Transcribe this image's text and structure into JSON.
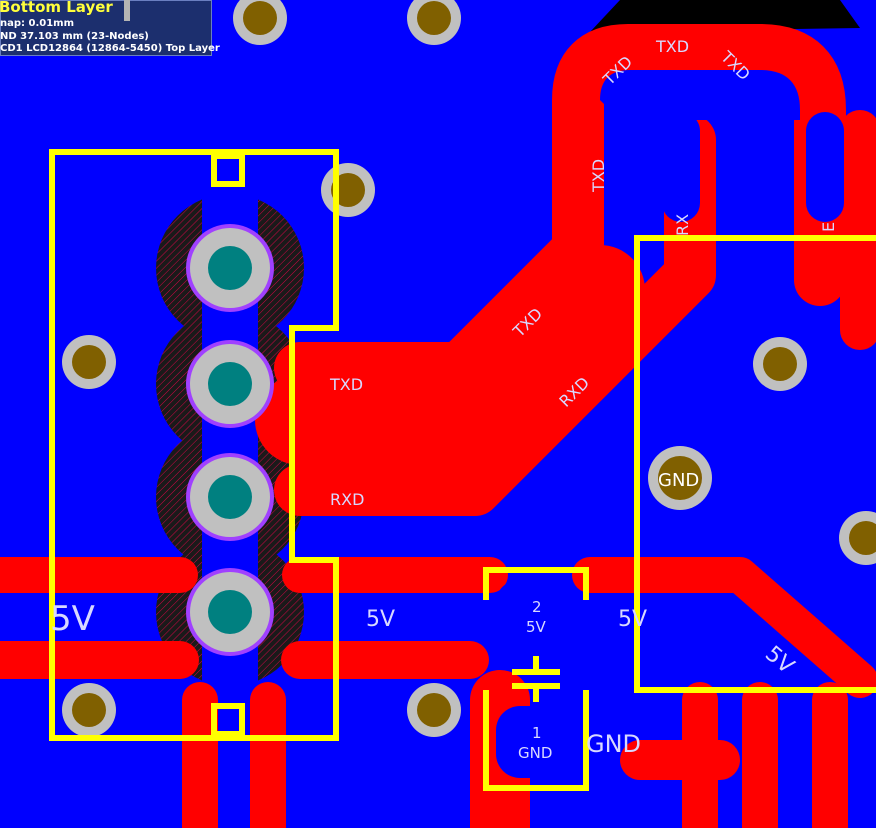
{
  "info_panel": {
    "title": "Bottom Layer",
    "snap": "nap: 0.01mm",
    "net": "ND  37.103 mm  (23-Nodes)",
    "component": "CD1  LCD12864 (12864-5450)  Top Layer"
  },
  "labels": {
    "txd": "TXD",
    "rxd": "RXD",
    "five_v": "5V",
    "gnd": "GND",
    "rx_partial": "RX",
    "e_partial": "E",
    "cap_pad2_num": "2",
    "cap_pad1_num": "1"
  },
  "colors": {
    "bottom_copper": "#0000ff",
    "top_copper": "#ff0000",
    "silkscreen": "#ffff00",
    "via_ring": "#c0c0c0",
    "via_hole": "#806000",
    "pad_hole": "#008080",
    "pad_outline": "#a040ff"
  }
}
